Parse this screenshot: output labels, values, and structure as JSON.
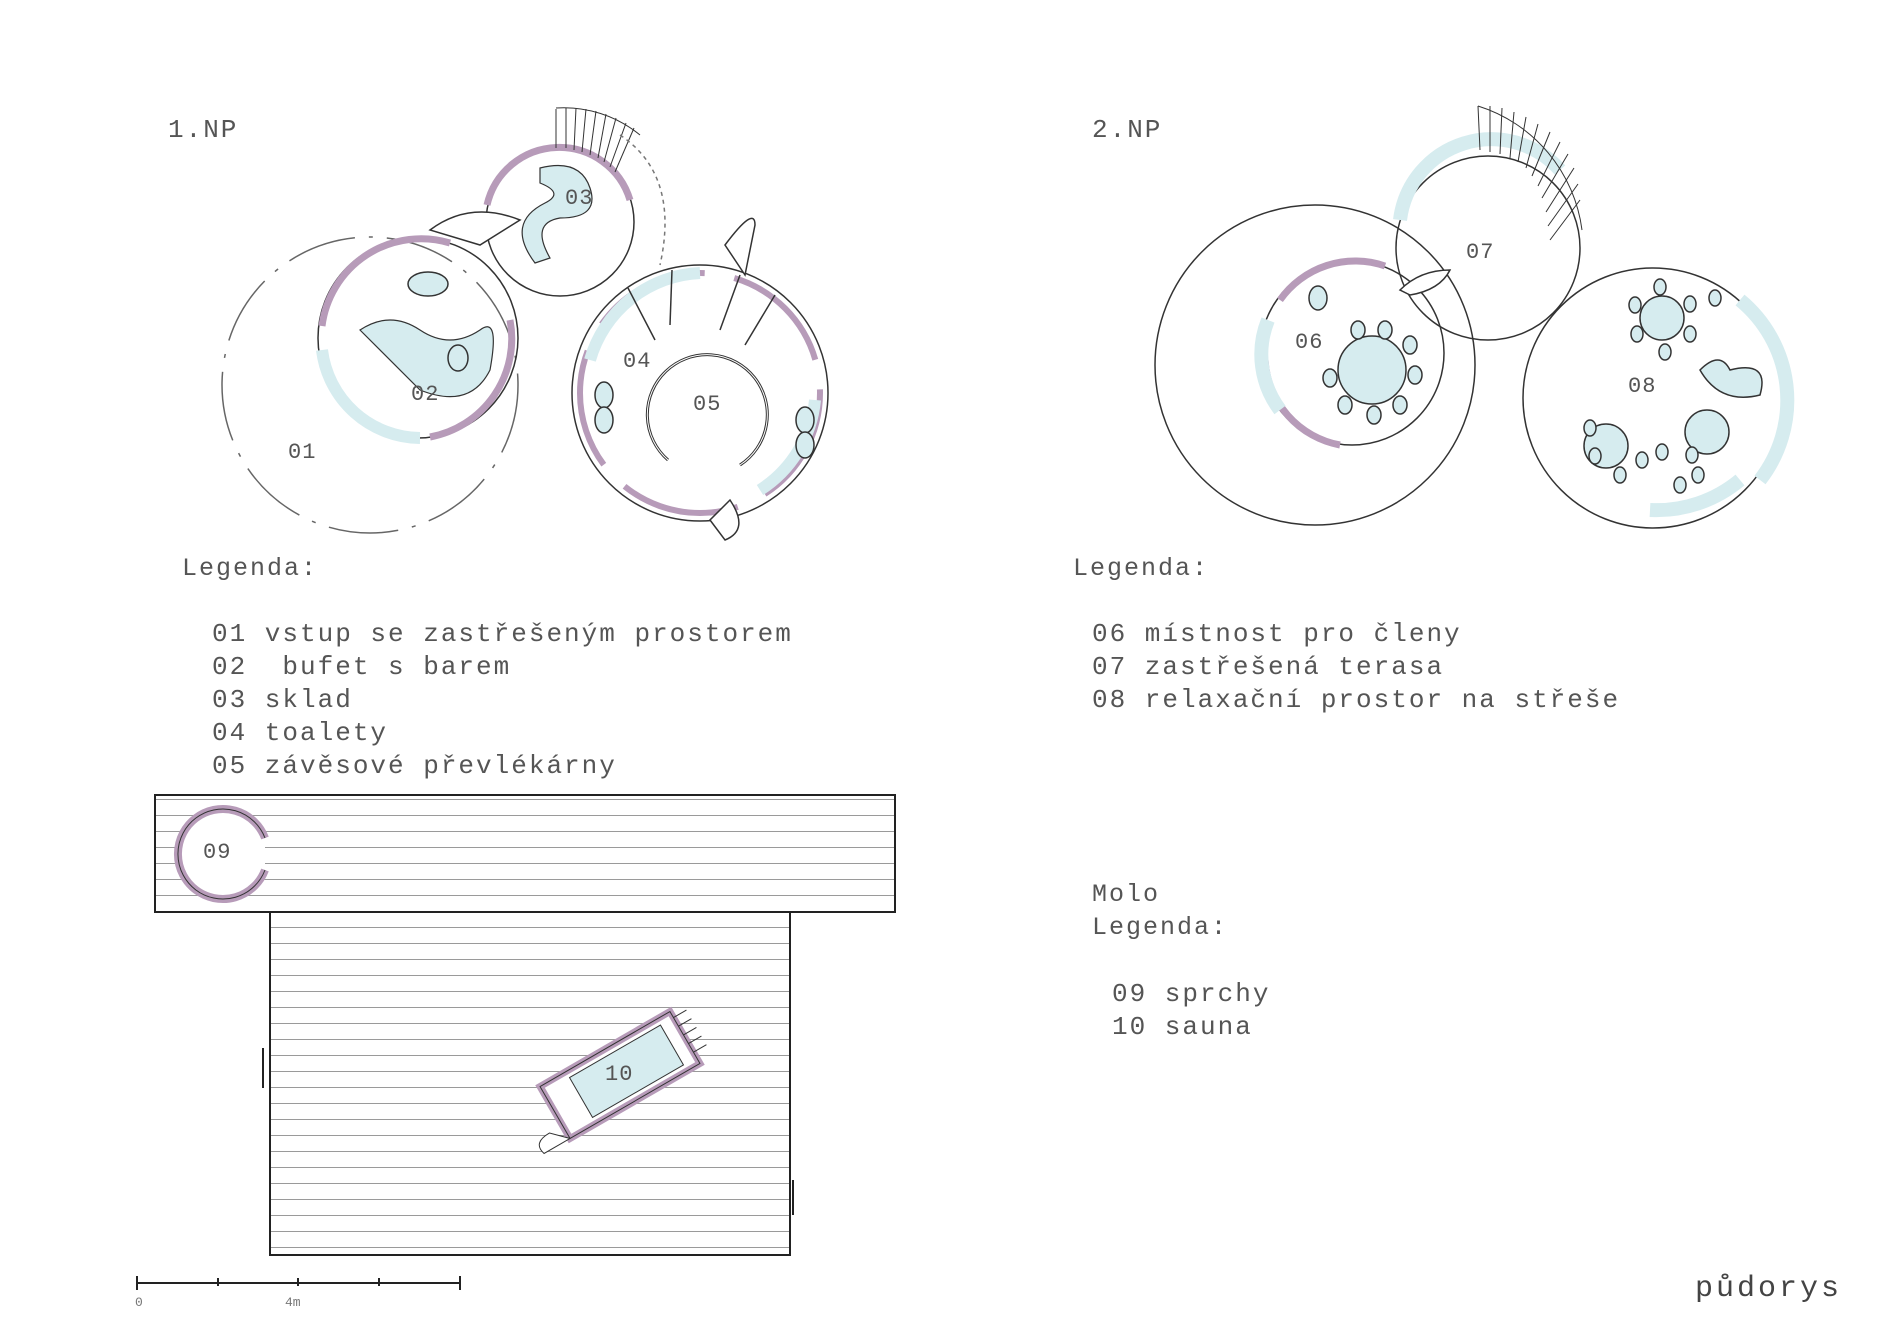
{
  "floor1": {
    "title": "1.NP",
    "legend_title": "Legenda:",
    "legend": [
      {
        "num": "01",
        "text": "01 vstup se zastřešeným prostorem"
      },
      {
        "num": "02",
        "text": "02  bufet s barem"
      },
      {
        "num": "03",
        "text": "03 sklad"
      },
      {
        "num": "04",
        "text": "04 toalety"
      },
      {
        "num": "05",
        "text": "05 závěsové převlékárny"
      }
    ]
  },
  "floor2": {
    "title": "2.NP",
    "legend_title": "Legenda:",
    "legend": [
      {
        "num": "06",
        "text": "06 místnost pro členy"
      },
      {
        "num": "07",
        "text": "07 zastřešená terasa"
      },
      {
        "num": "08",
        "text": "08 relaxační prostor na střeše"
      }
    ]
  },
  "molo": {
    "title": "Molo",
    "legend_title": "Legenda:",
    "legend": [
      {
        "num": "09",
        "text": "09 sprchy"
      },
      {
        "num": "10",
        "text": "10 sauna"
      }
    ]
  },
  "scale": {
    "zero": "0",
    "mark": "4m"
  },
  "sheet_title": "půdorys",
  "colors": {
    "wall_purple": "#b79bb9",
    "fill_blue": "#d6ecef",
    "line": "#333333"
  }
}
